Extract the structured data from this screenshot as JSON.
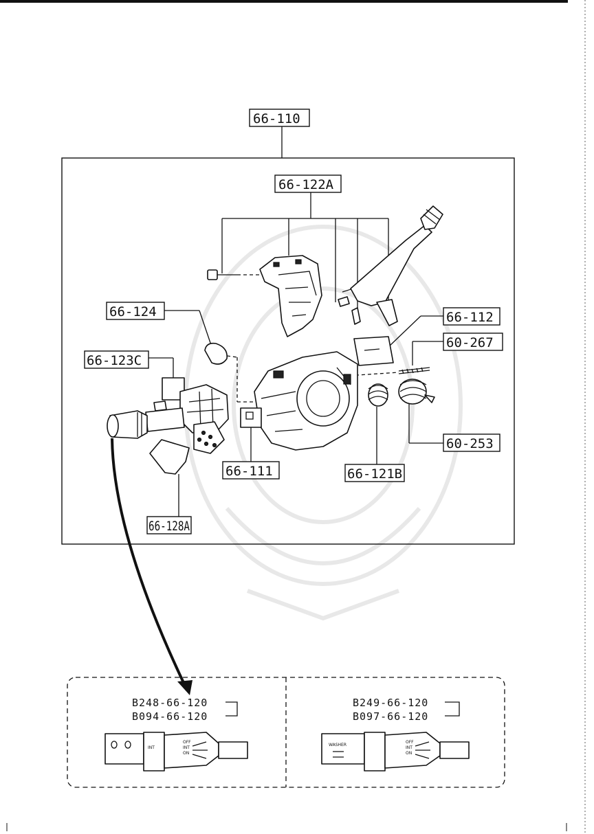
{
  "diagram": {
    "callouts": {
      "assembly": "66-110",
      "switch_body": "66-122A",
      "clip": "66-124",
      "cover_plate": "66-112",
      "screw": "60-267",
      "bracket": "66-123C",
      "spring_a": "60-253",
      "pad": "66-111",
      "spring_b": "66-121B",
      "holder": "66-128A"
    },
    "variants": [
      {
        "part_numbers": [
          "B248-66-120",
          "B094-66-120"
        ],
        "switch_text": [
          "INT",
          "OFF",
          "INT",
          "ON"
        ]
      },
      {
        "part_numbers": [
          "B249-66-120",
          "B097-66-120"
        ],
        "switch_text": [
          "WASHER",
          "OFF",
          "INT",
          "ON"
        ]
      }
    ]
  }
}
